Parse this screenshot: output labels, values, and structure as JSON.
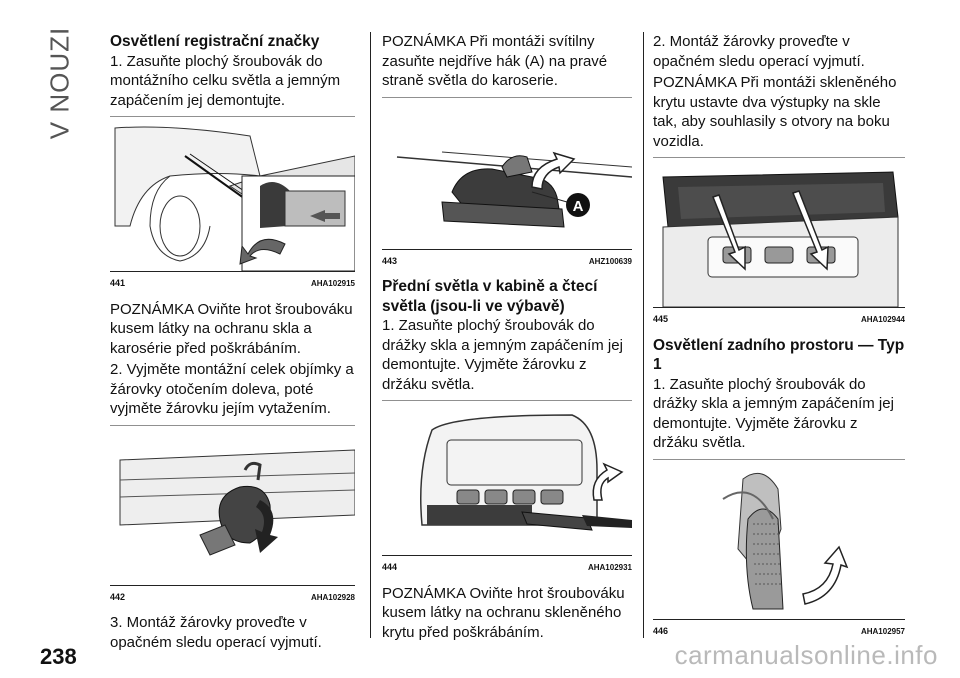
{
  "side_tab": "V NOUZI",
  "page_number": "238",
  "watermark": "carmanualsonline.info",
  "col1": {
    "title": "Osvětlení registrační značky",
    "p1": "1. Zasuňte plochý šroubovák do montážního celku světla a jemným zapáčením jej demontujte.",
    "fig441_num": "441",
    "fig441_code": "AHA102915",
    "p2": "POZNÁMKA Oviňte hrot šroubováku kusem látky na ochranu skla a karosérie před poškrábáním.",
    "p3": "2. Vyjměte montážní celek objímky a žárovky otočením doleva, poté vyjměte žárovku jejím vytažením.",
    "fig442_num": "442",
    "fig442_code": "AHA102928",
    "p4": "3. Montáž žárovky proveďte v opačném sledu operací vyjmutí."
  },
  "col2": {
    "p1": "POZNÁMKA Při montáži svítilny zasuňte nejdříve hák (A) na pravé straně světla do karoserie.",
    "fig443_label": "A",
    "fig443_num": "443",
    "fig443_code": "AHZ100639",
    "title": "Přední světla v kabině a čtecí světla (jsou-li ve výbavě)",
    "p2": "1. Zasuňte plochý šroubovák do drážky skla a jemným zapáčením jej demontujte. Vyjměte žárovku z držáku světla.",
    "fig444_num": "444",
    "fig444_code": "AHA102931",
    "p3": "POZNÁMKA Oviňte hrot šroubováku kusem látky na ochranu skleněného krytu před poškrábáním."
  },
  "col3": {
    "p1": "2. Montáž žárovky proveďte v opačném sledu operací vyjmutí.",
    "p2": "POZNÁMKA Při montáži skleněného krytu ustavte dva výstupky na skle tak, aby souhlasily s otvory na boku vozidla.",
    "fig445_num": "445",
    "fig445_code": "AHA102944",
    "title": "Osvětlení zadního prostoru — Typ 1",
    "p3": "1. Zasuňte plochý šroubovák do drážky skla a jemným zapáčením jej demontujte. Vyjměte žárovku z držáku světla.",
    "fig446_num": "446",
    "fig446_code": "AHA102957"
  }
}
